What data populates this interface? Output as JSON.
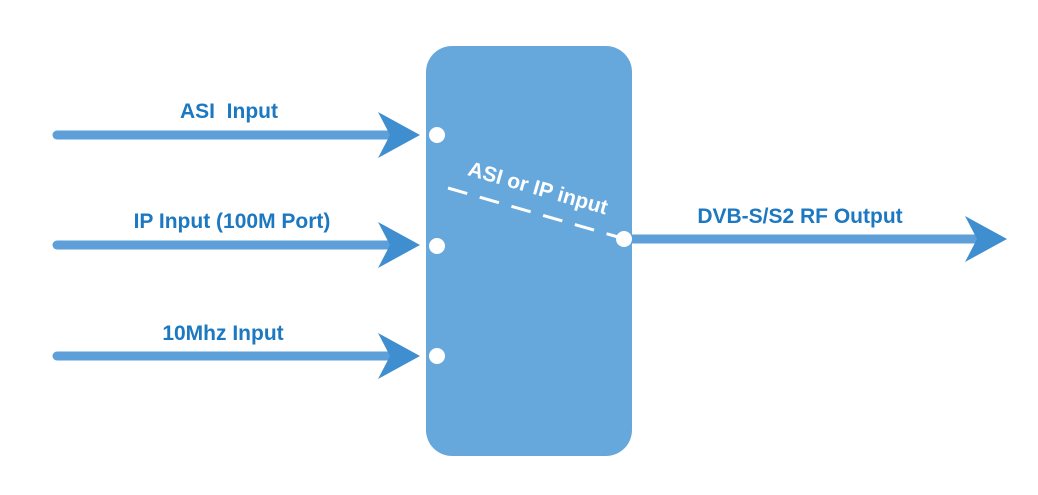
{
  "diagram": {
    "inputs": [
      {
        "label": "ASI  Input"
      },
      {
        "label": "IP Input (100M Port)"
      },
      {
        "label": "10Mhz Input"
      }
    ],
    "block_label": "ASI or IP input",
    "output_label": "DVB-S/S2 RF Output",
    "colors": {
      "block_fill": "#67a8dc",
      "arrow": "#5c9fd9",
      "arrow_head": "#3f8fd0",
      "label_text": "#1c78c0",
      "port": "#ffffff"
    }
  }
}
